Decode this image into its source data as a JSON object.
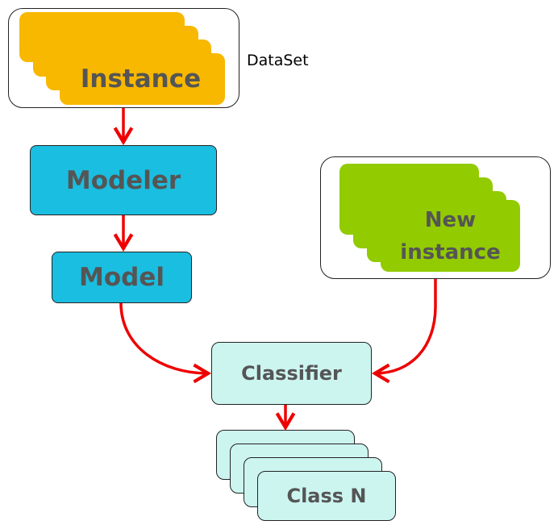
{
  "dataset": {
    "caption": "DataSet",
    "stack_label": "Instance"
  },
  "modeler": {
    "label": "Modeler"
  },
  "model": {
    "label": "Model"
  },
  "new_instance": {
    "label_line1": "New",
    "label_line2": "instance"
  },
  "classifier": {
    "label": "Classifier"
  },
  "classes": {
    "label": "Class N"
  },
  "colors": {
    "instance_fill": "#F8B800",
    "new_instance_fill": "#92CB00",
    "modeler_fill": "#1ABEE0",
    "classifier_fill": "#CCF5F0",
    "arrow": "#EE0000",
    "label_text": "#555555"
  }
}
